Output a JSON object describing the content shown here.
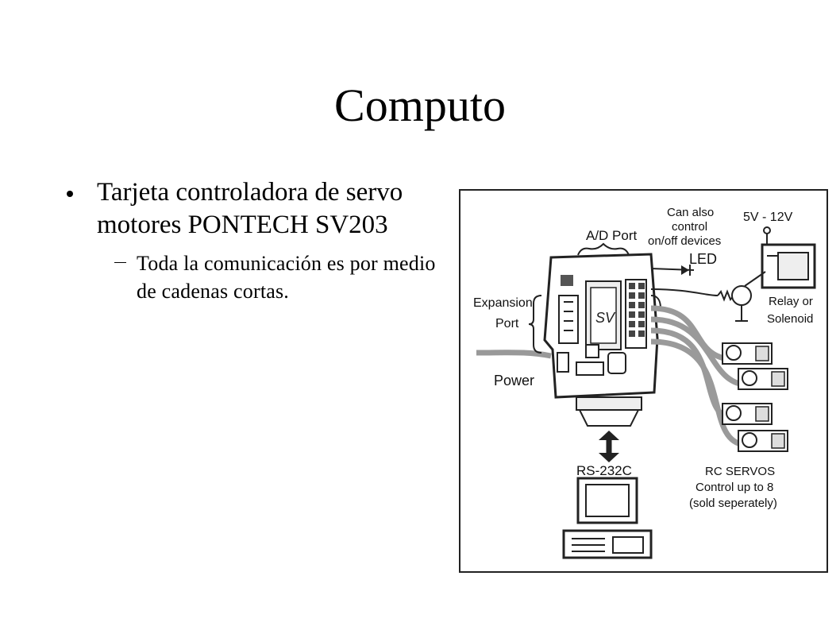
{
  "slide": {
    "title": "Computo",
    "bullet": {
      "text": "Tarjeta controladora de servo motores PONTECH SV203",
      "sub_bullet": "Toda la comunicación es por medio de cadenas cortas."
    }
  },
  "figure": {
    "labels": {
      "ad_port": "A/D Port",
      "can_also_1": "Can also",
      "can_also_2": "control",
      "can_also_3": "on/off devices",
      "led": "LED",
      "voltage": "5V - 12V",
      "relay_1": "Relay or",
      "relay_2": "Solenoid",
      "expansion_1": "Expansion",
      "expansion_2": "Port",
      "power": "Power",
      "rs232": "RS-232C",
      "servos_1": "RC SERVOS",
      "servos_2": "Control up to 8",
      "servos_3": "(sold seperately)"
    }
  }
}
